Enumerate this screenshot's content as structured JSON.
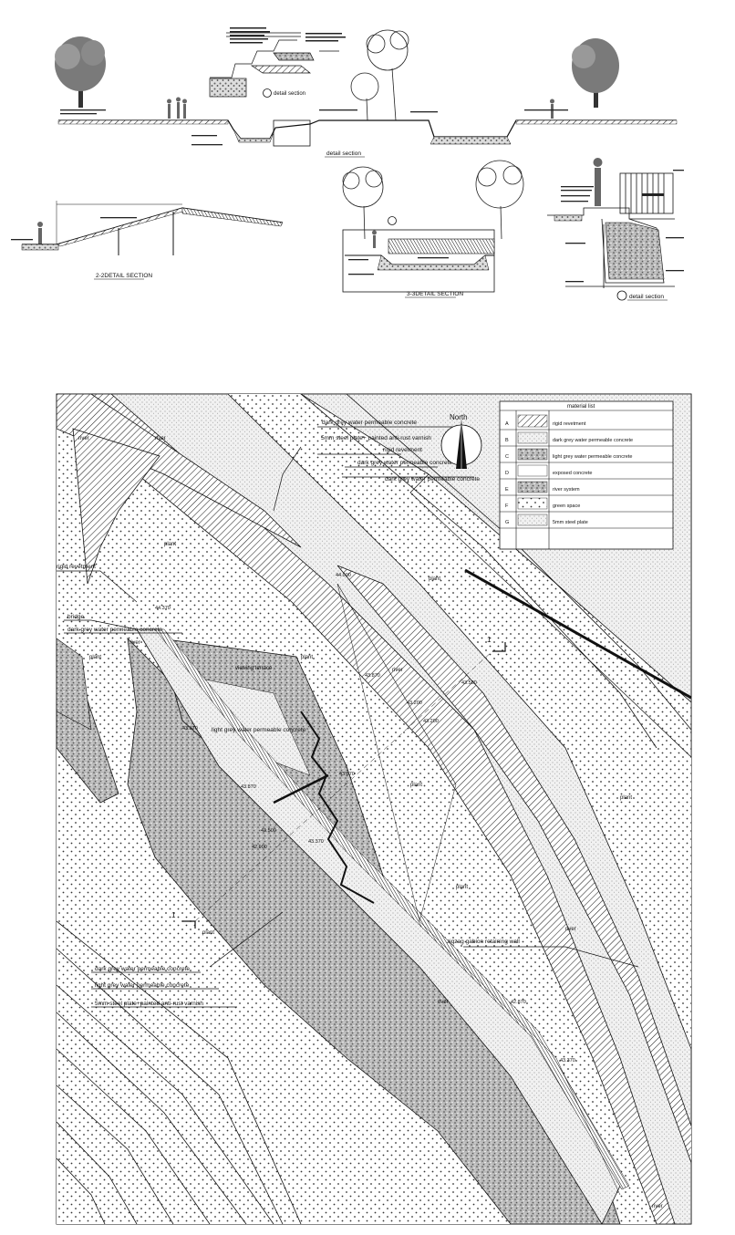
{
  "sections": {
    "detail_section_small": "detail section",
    "detail_section_main": "detail section",
    "section_2": "2-2DETAIL SECTION",
    "section_3": "3-3DETAIL SECTION",
    "section_b": "detail section"
  },
  "plan": {
    "north_label": "North",
    "callouts": {
      "dark_grey_top": "dark grey water permeable concrete",
      "steel_plate_top": "5mm steel plate+ painted anti-rust varnish",
      "rigid_revetment_top": "rigid revetment",
      "dark_grey_mid1": "dark grey water permeable concrete",
      "dark_grey_mid2": "dark grey water permeable concrete",
      "rigid_revetment_left": "rigid revetment",
      "bridge": "bridge",
      "dark_grey_left": "dark grey water permeable concrete",
      "light_grey_center": "light grey water permeable concrete",
      "gabion_wall": "zigzag gabion retaining wall",
      "dark_grey_bottom": "dark grey water permeable concrete",
      "light_grey_bottom": "light grey water permeable concrete",
      "steel_plate_bottom": "5mm steel plate+painted anti-rust varnish"
    },
    "area_labels": {
      "river_top_left": "river",
      "river_top": "river",
      "river_left": "river",
      "river_center": "river",
      "river_right": "river",
      "river_bottom": "river",
      "river_end": "river",
      "plant_1": "plant",
      "plant_2": "plant",
      "plant_3": "plant",
      "plant_4": "plant",
      "plant_5": "plant",
      "plant_6": "plant",
      "plant_7": "plant",
      "plant_8": "plant",
      "viewing_terrace": "viewing terrace"
    },
    "elevations": {
      "e1": "44.000",
      "e2": "43.870",
      "e3": "43.500",
      "e4": "43.200",
      "e5": "43.200",
      "e6": "43.870",
      "e7": "43.870",
      "e8": "43.500",
      "e9": "43.370",
      "e10": "42.900",
      "e11": "43.870",
      "e12": "44.370",
      "e13": "43.370",
      "e14": "42.870"
    },
    "section_marks": {
      "m1": "1",
      "m2": "1"
    }
  },
  "legend": {
    "title": "material list",
    "rows": [
      {
        "code": "A",
        "desc": "rigid revetment"
      },
      {
        "code": "B",
        "desc": "dark grey water permeable concrete"
      },
      {
        "code": "C",
        "desc": "light grey water permeable concrete"
      },
      {
        "code": "D",
        "desc": "exposed concrete"
      },
      {
        "code": "E",
        "desc": "river system"
      },
      {
        "code": "F",
        "desc": "green space"
      },
      {
        "code": "G",
        "desc": "5mm steel plate"
      }
    ]
  },
  "colors": {
    "ink": "#111111",
    "dense_fill": "#8c8c8c",
    "light_fill": "#ececec",
    "dot_fill": "#dedede"
  }
}
